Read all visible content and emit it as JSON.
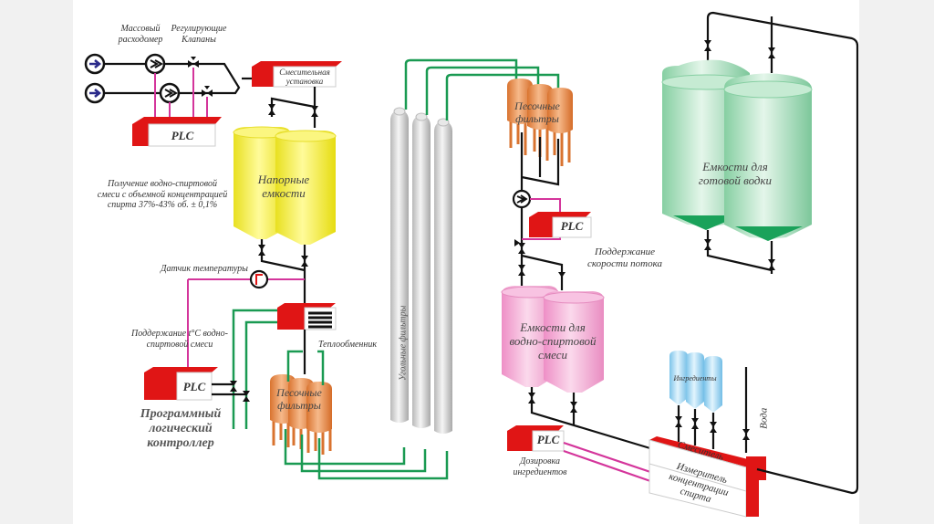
{
  "diagram": {
    "title": "Vodka production process scheme",
    "colors": {
      "pipe": "#111111",
      "signal": "#d4359b",
      "green_pipe": "#1a9a52",
      "plc_red": "#e01515",
      "yellow_tank": "#f5f035",
      "orange_filter": "#e48a45",
      "grey_filter": "#cfcfcf",
      "pink_tank": "#f2a8d4",
      "green_tank": "#9fdcb6",
      "blue_tank": "#9fd6f2",
      "background": "#ffffff",
      "side_panel": "#f1f1f1"
    },
    "labels": {
      "mass_flowmeter": "Массовый расходомер",
      "control_valves": "Регулирующие Клапаны",
      "mixing_unit": "Смесительная установка",
      "plc": "PLC",
      "mixture_text": "Получение водно-спиртовой смеси с объемной концентрацией спирта 37%-43% об. ± 0,1%",
      "pressure_tanks": "Напорные емкости",
      "temperature_sensor": "Датчик температуры",
      "temp_maintenance": "Поддержание t°C водно-спиртовой смеси",
      "heat_exchanger": "Теплообменник",
      "plc_full": "Программный логический контроллер",
      "sand_filters": "Песочные фильтры",
      "carbon_filters": "Угольные фильтры",
      "flow_speed": "Поддержание скорости потока",
      "mixture_tanks": "Емкости для водно-спиртовой смеси",
      "ingredients": "Ингредиенты",
      "water": "Вода",
      "dosing": "Дозировка ингредиентов",
      "mixer": "Смеситель",
      "concentration_meter": "Измеритель концентрации спирта",
      "finished_tanks": "Емкости для готовой водки"
    }
  }
}
